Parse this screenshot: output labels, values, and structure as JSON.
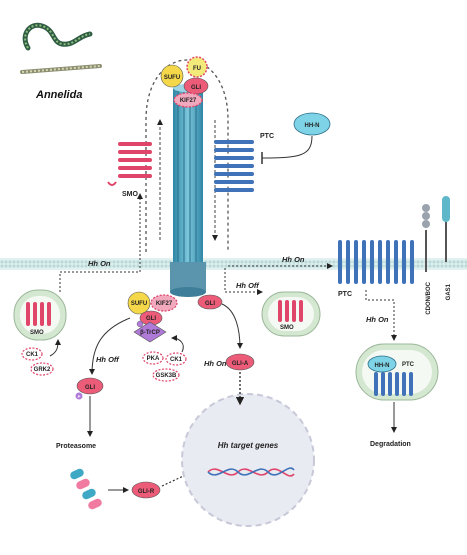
{
  "title": "Annelida",
  "labels": {
    "smo": "SMO",
    "ptc": "PTC",
    "hhn": "HH-N",
    "hh_on": "Hh On",
    "hh_off": "Hh Off",
    "sufu": "SUFU",
    "fu": "FU",
    "gli": "GLI",
    "kif27": "KIF27",
    "btrcp": "β-TrCP",
    "pka": "PKA",
    "ck1": "CK1",
    "gsk3b": "GSK3B",
    "grk2": "GRK2",
    "gli_a": "GLI-A",
    "gli_r": "GLI-R",
    "proteasome": "Proteasome",
    "target_genes": "Hh target genes",
    "cdon_boc": "CDON/BOC",
    "gas1": "GAS1",
    "degradation": "Degradation",
    "p": "P"
  },
  "colors": {
    "smo": "#e0456a",
    "ptc": "#3f72b8",
    "cilium": "#4a9fb8",
    "sufu": "#f5d84a",
    "fu": "#f3ea7a",
    "gli": "#ec5c78",
    "kif27": "#f2a9bd",
    "btrcp": "#b07ad8",
    "hhn": "#7fd3e6",
    "membrane": "#cfe6e6",
    "nucleus": "#e9ebf3",
    "vesicle": "#d4e7d0"
  }
}
